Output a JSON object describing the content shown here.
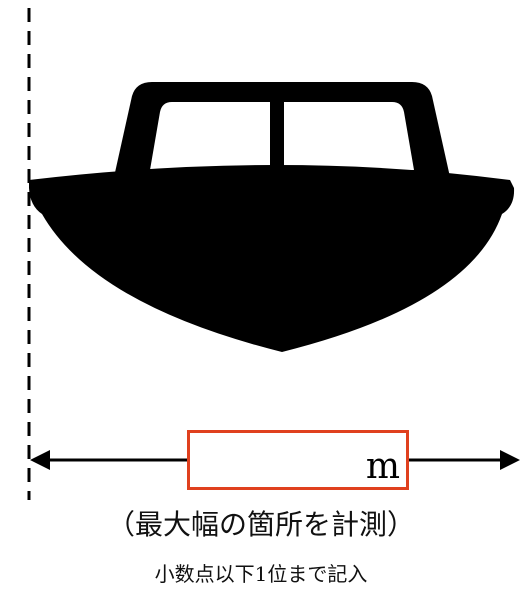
{
  "measurement": {
    "value": "",
    "unit": "m"
  },
  "caption": {
    "main": "（最大幅の箇所を計測）",
    "note": "小数点以下1位まで記入"
  },
  "colors": {
    "boat": "#000000",
    "input_border": "#e0401e",
    "background": "#ffffff"
  }
}
